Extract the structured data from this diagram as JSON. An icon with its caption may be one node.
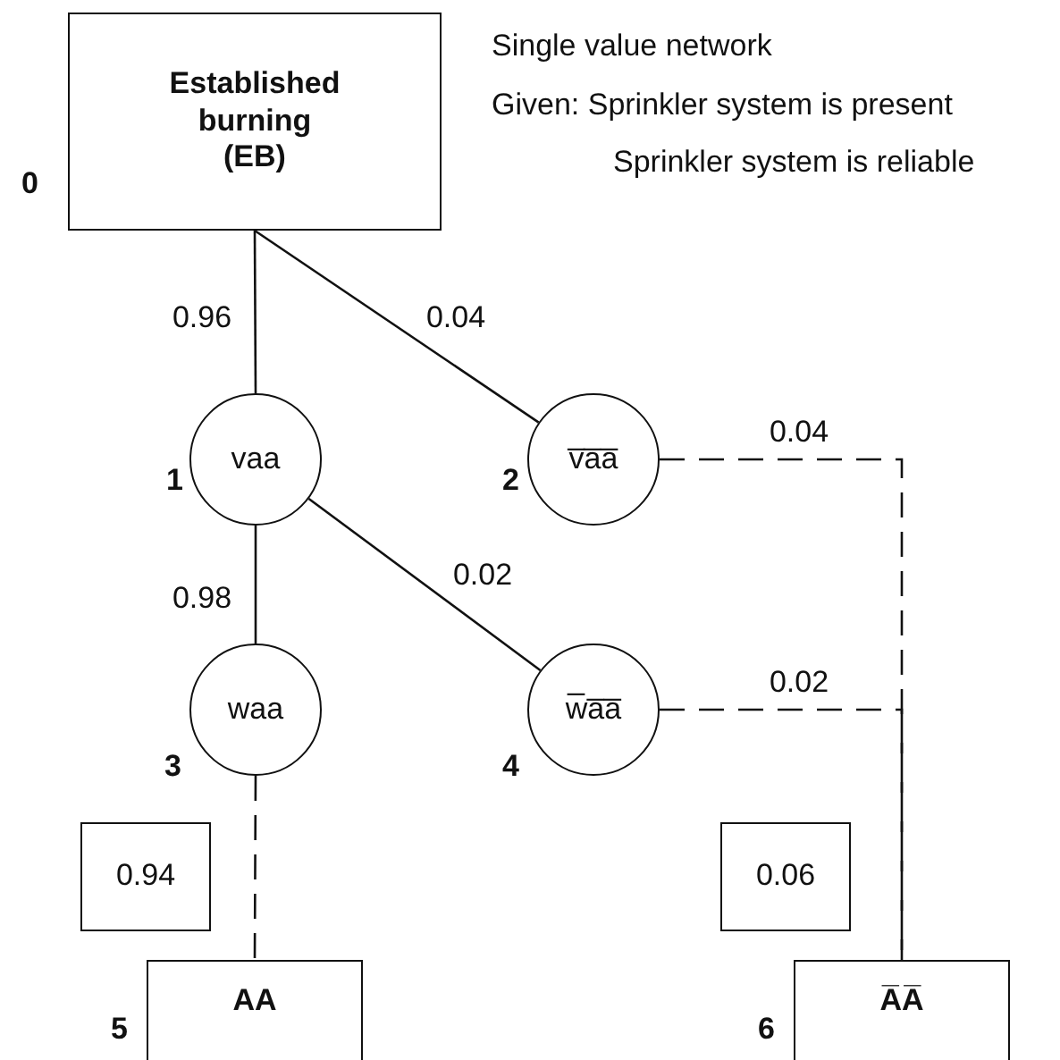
{
  "diagram": {
    "nodes": [
      {
        "text": [
          "Established burning (EB)"
        ],
        "beside": [
          "0"
        ]
      },
      {
        "text": [
          "vaa"
        ],
        "beside": [
          "1"
        ]
      },
      {
        "text": [
          "v̅a̅a̅"
        ],
        "beside": [
          "2"
        ]
      },
      {
        "text": [
          "waa"
        ],
        "beside": [
          "3"
        ]
      },
      {
        "text": [
          "w̅a̅a̅"
        ],
        "beside": [
          "4"
        ]
      },
      {
        "text": [
          "AA"
        ],
        "beside": [
          "5"
        ]
      },
      {
        "text": [
          "A̅A̅"
        ],
        "beside": [
          "6"
        ]
      },
      {
        "text": [
          "0.94"
        ]
      },
      {
        "text": [
          "0.06"
        ]
      }
    ],
    "edges": [
      {
        "from": 0,
        "to": 1,
        "arrow": "none",
        "label": "0.96"
      },
      {
        "from": 0,
        "to": 2,
        "arrow": "none",
        "label": "0.04"
      },
      {
        "from": 1,
        "to": 3,
        "arrow": "none",
        "label": "0.98"
      },
      {
        "from": 1,
        "to": 4,
        "arrow": "none",
        "label": "0.02"
      },
      {
        "from": 3,
        "to": 5,
        "arrow": "none",
        "style": "dashed"
      },
      {
        "from": 2,
        "to": 6,
        "arrow": "none",
        "style": "dashed",
        "label": "0.04"
      },
      {
        "from": 4,
        "to": 6,
        "arrow": "none",
        "style": "dashed",
        "label": "0.02"
      }
    ],
    "labels": [
      "Single value network",
      "Given: Sprinkler system is present",
      "Sprinkler system is reliable"
    ]
  }
}
